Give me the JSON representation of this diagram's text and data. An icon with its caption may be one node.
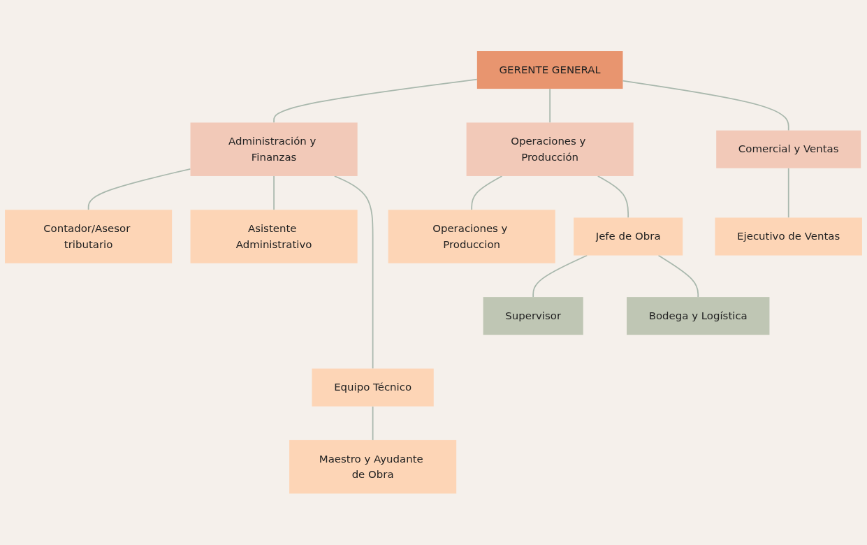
{
  "diagram": {
    "nodes": [
      {
        "text": [
          "GERENTE GENERAL"
        ]
      },
      {
        "text": [
          "Administración y Finanzas"
        ]
      },
      {
        "text": [
          "Operaciones y Producción"
        ]
      },
      {
        "text": [
          "Comercial y Ventas"
        ]
      },
      {
        "text": [
          "Contador/Asesor tributario"
        ]
      },
      {
        "text": [
          "Asistente Administrativo"
        ]
      },
      {
        "text": [
          "Operaciones y Produccion"
        ]
      },
      {
        "text": [
          "Jefe de Obra"
        ]
      },
      {
        "text": [
          "Ejecutivo de Ventas"
        ]
      },
      {
        "text": [
          "Equipo Técnico"
        ]
      },
      {
        "text": [
          "Supervisor"
        ]
      },
      {
        "text": [
          "Bodega y Logística"
        ]
      },
      {
        "text": [
          "Maestro y Ayudante de Obra"
        ]
      }
    ],
    "edges": [
      {
        "from": 0,
        "to": 1,
        "arrow": "none"
      },
      {
        "from": 0,
        "to": 2,
        "arrow": "none"
      },
      {
        "from": 0,
        "to": 3,
        "arrow": "none"
      },
      {
        "from": 1,
        "to": 4,
        "arrow": "none"
      },
      {
        "from": 1,
        "to": 5,
        "arrow": "none"
      },
      {
        "from": 1,
        "to": 9,
        "arrow": "none"
      },
      {
        "from": 2,
        "to": 6,
        "arrow": "none"
      },
      {
        "from": 2,
        "to": 7,
        "arrow": "none"
      },
      {
        "from": 3,
        "to": 8,
        "arrow": "none"
      },
      {
        "from": 7,
        "to": 10,
        "arrow": "none"
      },
      {
        "from": 7,
        "to": 11,
        "arrow": "none"
      },
      {
        "from": 9,
        "to": 12,
        "arrow": "none"
      }
    ]
  }
}
